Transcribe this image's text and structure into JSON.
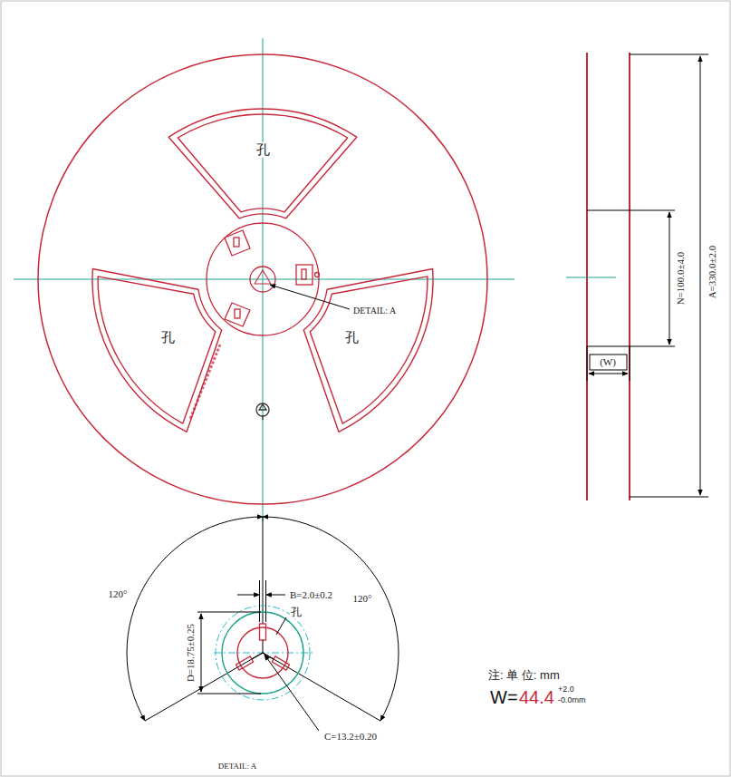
{
  "diagram": {
    "labels": [
      "孔",
      "孔",
      "孔",
      "DETAIL: A",
      "N=100.0±4.0",
      "A=330.0±2.0",
      "(W)",
      "120°",
      "B=2.0±0.2",
      "120°",
      "孔",
      "D=18.75±0.25",
      "C=13.2±0.20",
      "DETAIL: A",
      "注: 单 位: mm",
      "W=",
      "44.4",
      "+2.0",
      "-0.0mm"
    ]
  }
}
